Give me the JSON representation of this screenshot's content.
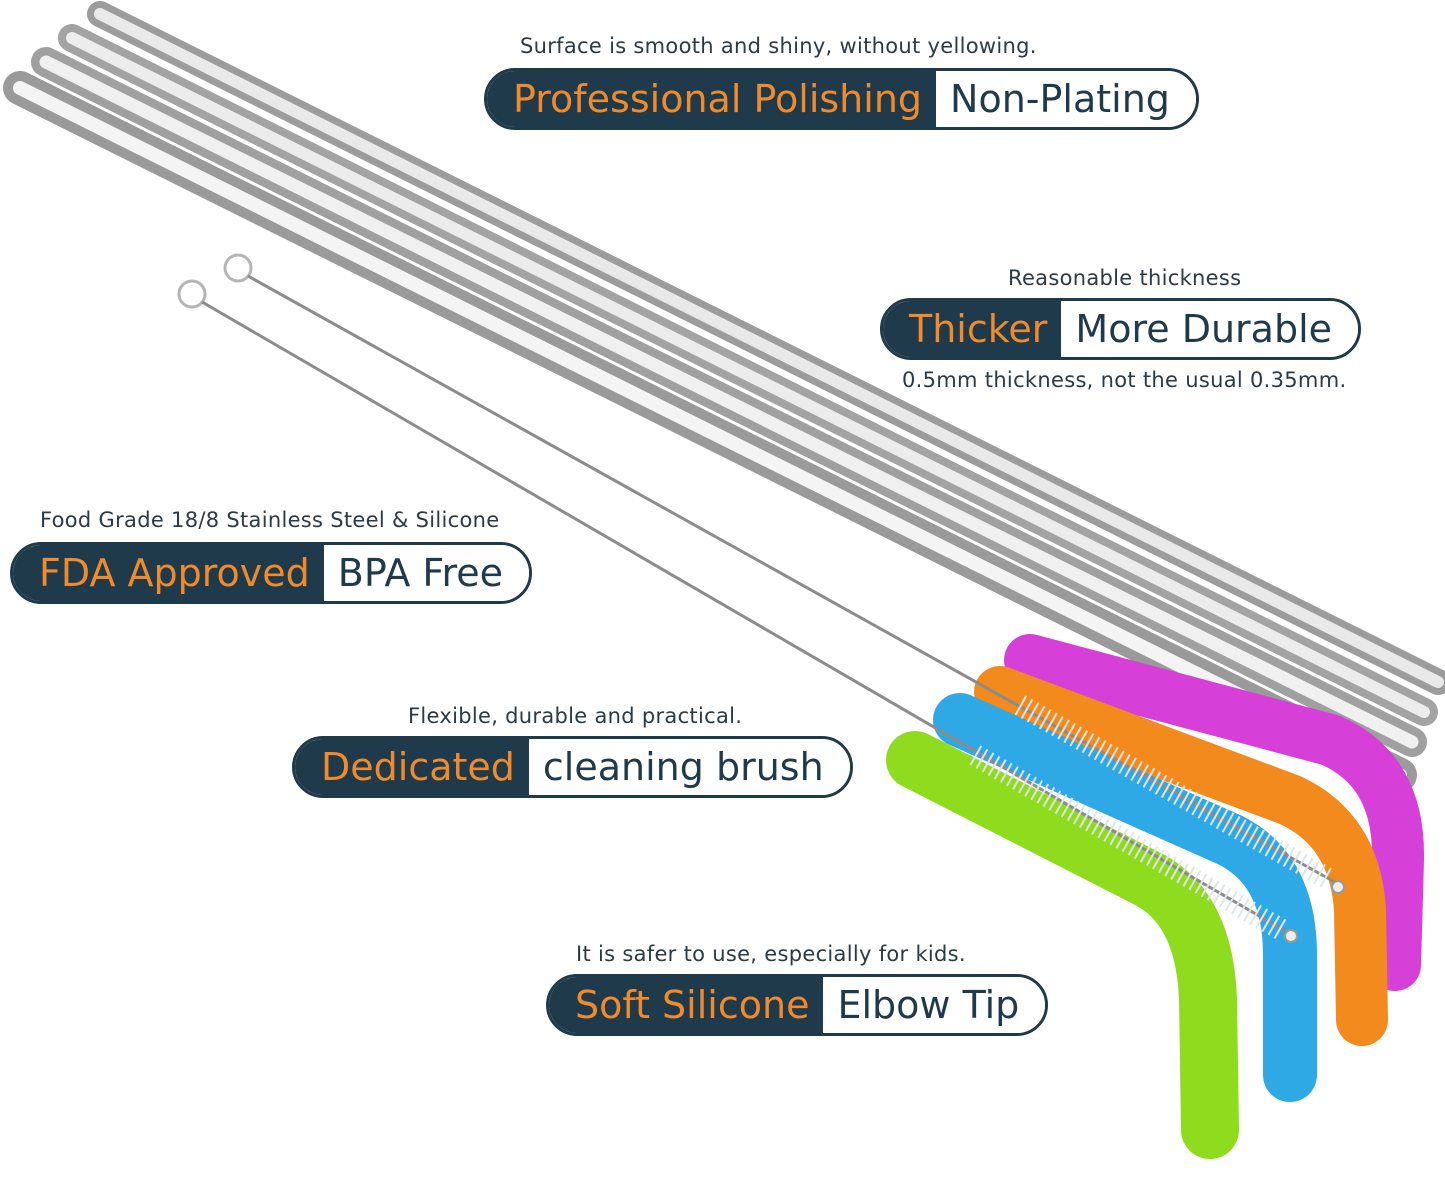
{
  "callouts": [
    {
      "caption": "Surface is smooth and shiny, without yellowing.",
      "highlight": "Professional Polishing",
      "label": "Non-Plating"
    },
    {
      "caption": "Reasonable thickness",
      "highlight": "Thicker",
      "label": "More Durable",
      "subcaption": "0.5mm thickness, not the usual 0.35mm."
    },
    {
      "caption": "Food Grade 18/8 Stainless Steel & Silicone",
      "highlight": "FDA Approved",
      "label": "BPA Free"
    },
    {
      "caption": "Flexible, durable and practical.",
      "highlight": "Dedicated",
      "label": "cleaning brush"
    },
    {
      "caption": "It is safer to use, especially for kids.",
      "highlight": "Soft Silicone",
      "label": "Elbow Tip"
    }
  ],
  "colors": {
    "pill_dark": "#1f3a4b",
    "highlight_text": "#f08a2a",
    "tip_pink": "#d63fd8",
    "tip_orange": "#f28a1e",
    "tip_blue": "#2fa8e6",
    "tip_green": "#8fdc1f"
  }
}
